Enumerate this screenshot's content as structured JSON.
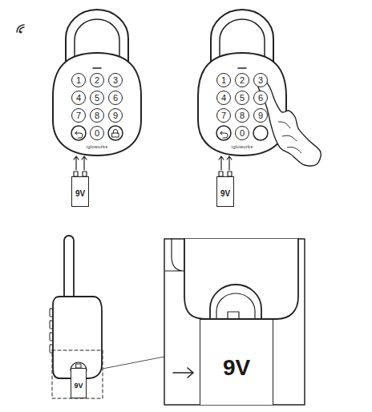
{
  "diagram": {
    "nodes": [
      {
        "text": [
          "1"
        ]
      },
      {
        "text": [
          "2"
        ]
      },
      {
        "text": [
          "3"
        ]
      },
      {
        "text": [
          "4"
        ]
      },
      {
        "text": [
          "5"
        ]
      },
      {
        "text": [
          "6"
        ]
      },
      {
        "text": [
          "7"
        ]
      },
      {
        "text": [
          "8"
        ]
      },
      {
        "text": [
          "9"
        ]
      },
      {
        "text": [
          "0"
        ]
      },
      {
        "text": [
          "1"
        ]
      },
      {
        "text": [
          "2"
        ]
      },
      {
        "text": [
          "3"
        ]
      },
      {
        "text": [
          "4"
        ]
      },
      {
        "text": [
          "5"
        ]
      },
      {
        "text": [
          "6"
        ]
      },
      {
        "text": [
          "7"
        ]
      },
      {
        "text": [
          "8"
        ]
      },
      {
        "text": [
          "9"
        ]
      },
      {
        "text": [
          "0"
        ]
      },
      {
        "text": [
          "9V"
        ]
      },
      {
        "text": [
          "9V"
        ]
      },
      {
        "text": [
          "9V"
        ]
      },
      {
        "text": [
          "9V"
        ]
      }
    ],
    "labels": [
      "igloworks",
      "igloworks"
    ]
  }
}
